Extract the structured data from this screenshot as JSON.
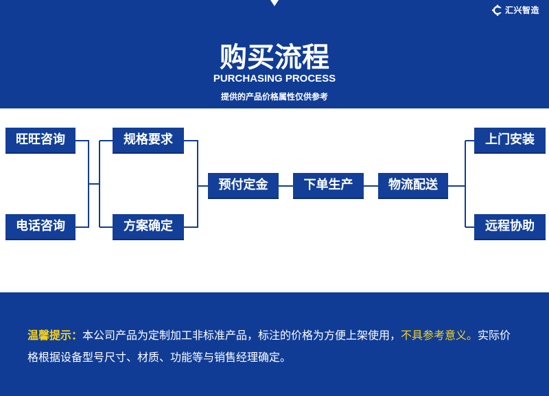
{
  "brand": {
    "logo_text": "汇兴智造",
    "logo_icon": "gear-icon"
  },
  "header": {
    "title": "购买流程",
    "subtitle": "PURCHASING PROCESS",
    "tagline": "提供的产品价格属性仅供参考"
  },
  "flow": {
    "inquiry": [
      "旺旺咨询",
      "电话咨询"
    ],
    "requirements": [
      "规格要求",
      "方案确定"
    ],
    "steps": [
      "预付定金",
      "下单生产",
      "物流配送"
    ],
    "delivery": [
      "上门安装",
      "远程协助"
    ]
  },
  "notice": {
    "label": "温馨提示：",
    "text_1": "本公司产品为定制加工非标准产品，标注的价格为方便上架使用，",
    "highlight": "不具参考意义。",
    "text_2": "实际价格根据设备型号尺寸、材质、功能等与销售经理确定。"
  },
  "colors": {
    "band": "#103c96",
    "box": "#133f98",
    "connector": "#103c96",
    "notice_highlight": "#f9d31b"
  }
}
